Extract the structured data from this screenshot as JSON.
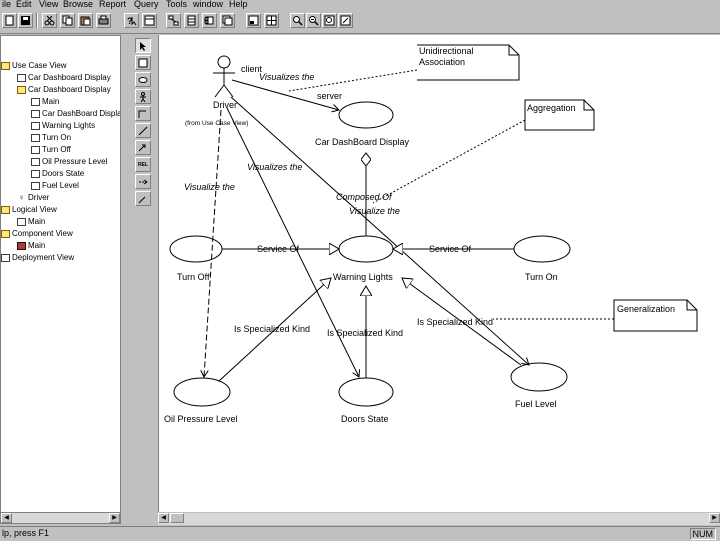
{
  "menubar": {
    "items": [
      "ile",
      "Edit",
      "View",
      "Browse",
      "Report",
      "Query",
      "Tools",
      "window",
      "Help"
    ]
  },
  "toolbar": {
    "icons": [
      "new-icon",
      "save-icon",
      "cut-icon",
      "copy-icon",
      "paste-icon",
      "print-icon",
      "help-icon",
      "browse-icon",
      "zoom-in-icon",
      "zoom-out-icon",
      "fit-icon",
      "window-icon"
    ]
  },
  "tree": {
    "rows": [
      {
        "label": "Use Case View",
        "icon": "folder"
      },
      {
        "label": "Car Dashboard Display",
        "icon": "doc"
      },
      {
        "label": "Car Dashboard Display",
        "icon": "folder"
      },
      {
        "label": "Main",
        "icon": "doc"
      },
      {
        "label": "Car DashBoard Displa",
        "icon": "doc"
      },
      {
        "label": "Warning Lights",
        "icon": "doc"
      },
      {
        "label": "Turn On",
        "icon": "doc"
      },
      {
        "label": "Turn Off",
        "icon": "doc"
      },
      {
        "label": "Oil Pressure Level",
        "icon": "doc"
      },
      {
        "label": "Doors State",
        "icon": "doc"
      },
      {
        "label": "Fuel Level",
        "icon": "doc"
      },
      {
        "label": "Driver",
        "icon": "actor"
      },
      {
        "label": "Logical View",
        "icon": "folder"
      },
      {
        "label": "Main",
        "icon": "doc"
      },
      {
        "label": "Component View",
        "icon": "folder"
      },
      {
        "label": "Main",
        "icon": "doc"
      },
      {
        "label": "Deployment View",
        "icon": "doc"
      }
    ]
  },
  "diagram": {
    "actor": {
      "label": "Driver"
    },
    "usecases": {
      "display": "Car DashBoard Display",
      "turn_off": "Turn Off",
      "warning": "Warning Lights",
      "turn_on": "Turn On",
      "oil": "Oil Pressure Level",
      "doors": "Doors State",
      "fuel": "Fuel Level"
    },
    "labels": {
      "client": "client",
      "server": "server",
      "visualizes_top": "Visualizes the",
      "from_use_case": "(from Use Case View)",
      "visualizes_mid": "Visualizes the",
      "visualizes_left": "Visualize the",
      "composed_of": "Composed Of",
      "visualize_center": "Visualize the",
      "service_left": "Service Of",
      "service_right": "Service Of",
      "spec_left": "Is Specialized Kind",
      "spec_center": "Is Specialized Kind",
      "spec_right": "Is Specialized Kind"
    },
    "notes": {
      "unidirectional": "Unidirectional Association",
      "aggregation": "Aggregation",
      "generalization": "Generalization"
    }
  },
  "status": {
    "text": "lp, press F1",
    "mode": "NUM"
  }
}
